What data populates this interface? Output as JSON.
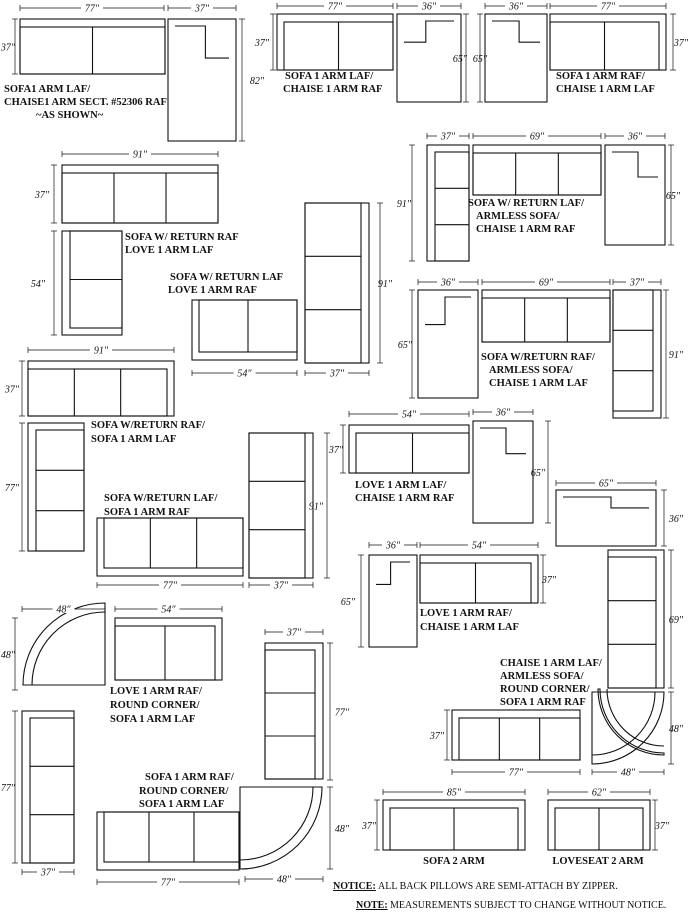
{
  "captions": {
    "a1": "SOFA1 ARM LAF/",
    "a2": "CHAISE1 ARM SECT. #52306 RAF",
    "a3": "~AS SHOWN~",
    "b1": "SOFA 1 ARM LAF/",
    "b2": "CHAISE 1 ARM RAF",
    "c1": "SOFA 1 ARM RAF/",
    "c2": "CHAISE 1 ARM LAF",
    "d1": "SOFA W/ RETURN LAF/",
    "d2": "ARMLESS SOFA/",
    "d3": "CHAISE 1 ARM RAF",
    "e1": "SOFA W/ RETURN RAF",
    "e2": "LOVE 1 ARM LAF",
    "f1": "SOFA W/ RETURN LAF",
    "f2": "LOVE 1 ARM RAF",
    "g1": "SOFA W/RETURN RAF/",
    "g2": "ARMLESS SOFA/",
    "g3": "CHAISE 1 ARM LAF",
    "h1": "SOFA W/RETURN RAF/",
    "h2": "SOFA 1 ARM LAF",
    "i1": "LOVE 1 ARM LAF/",
    "i2": "CHAISE 1 ARM RAF",
    "j1": "SOFA W/RETURN LAF/",
    "j2": "SOFA 1 ARM RAF",
    "k1": "LOVE 1 ARM RAF/",
    "k2": "CHAISE 1 ARM LAF",
    "l1": "CHAISE 1 ARM LAF/",
    "l2": "ARMLESS SOFA/",
    "l3": "ROUND CORNER/",
    "l4": "SOFA 1 ARM RAF",
    "m1": "LOVE 1 ARM RAF/",
    "m2": "ROUND CORNER/",
    "m3": "SOFA 1 ARM LAF",
    "n1": "SOFA 1 ARM RAF/",
    "n2": "ROUND CORNER/",
    "n3": "SOFA 1 ARM LAF",
    "o1": "SOFA 2 ARM",
    "p1": "LOVESEAT 2 ARM"
  },
  "dimensions": {
    "d37": "37″",
    "d77": "77″",
    "d82": "82″",
    "d36": "36″",
    "d65": "65″",
    "d69": "69″",
    "d91": "91″",
    "d54": "54″",
    "d48": "48″",
    "d85": "85″",
    "d62": "62″"
  },
  "notices": {
    "n1_label": "NOTICE:",
    "n1_text": " ALL BACK PILLOWS ARE SEMI-ATTACH BY ZIPPER.",
    "n2_label": "NOTE:",
    "n2_text": " MEASUREMENTS SUBJECT TO CHANGE WITHOUT NOTICE."
  }
}
